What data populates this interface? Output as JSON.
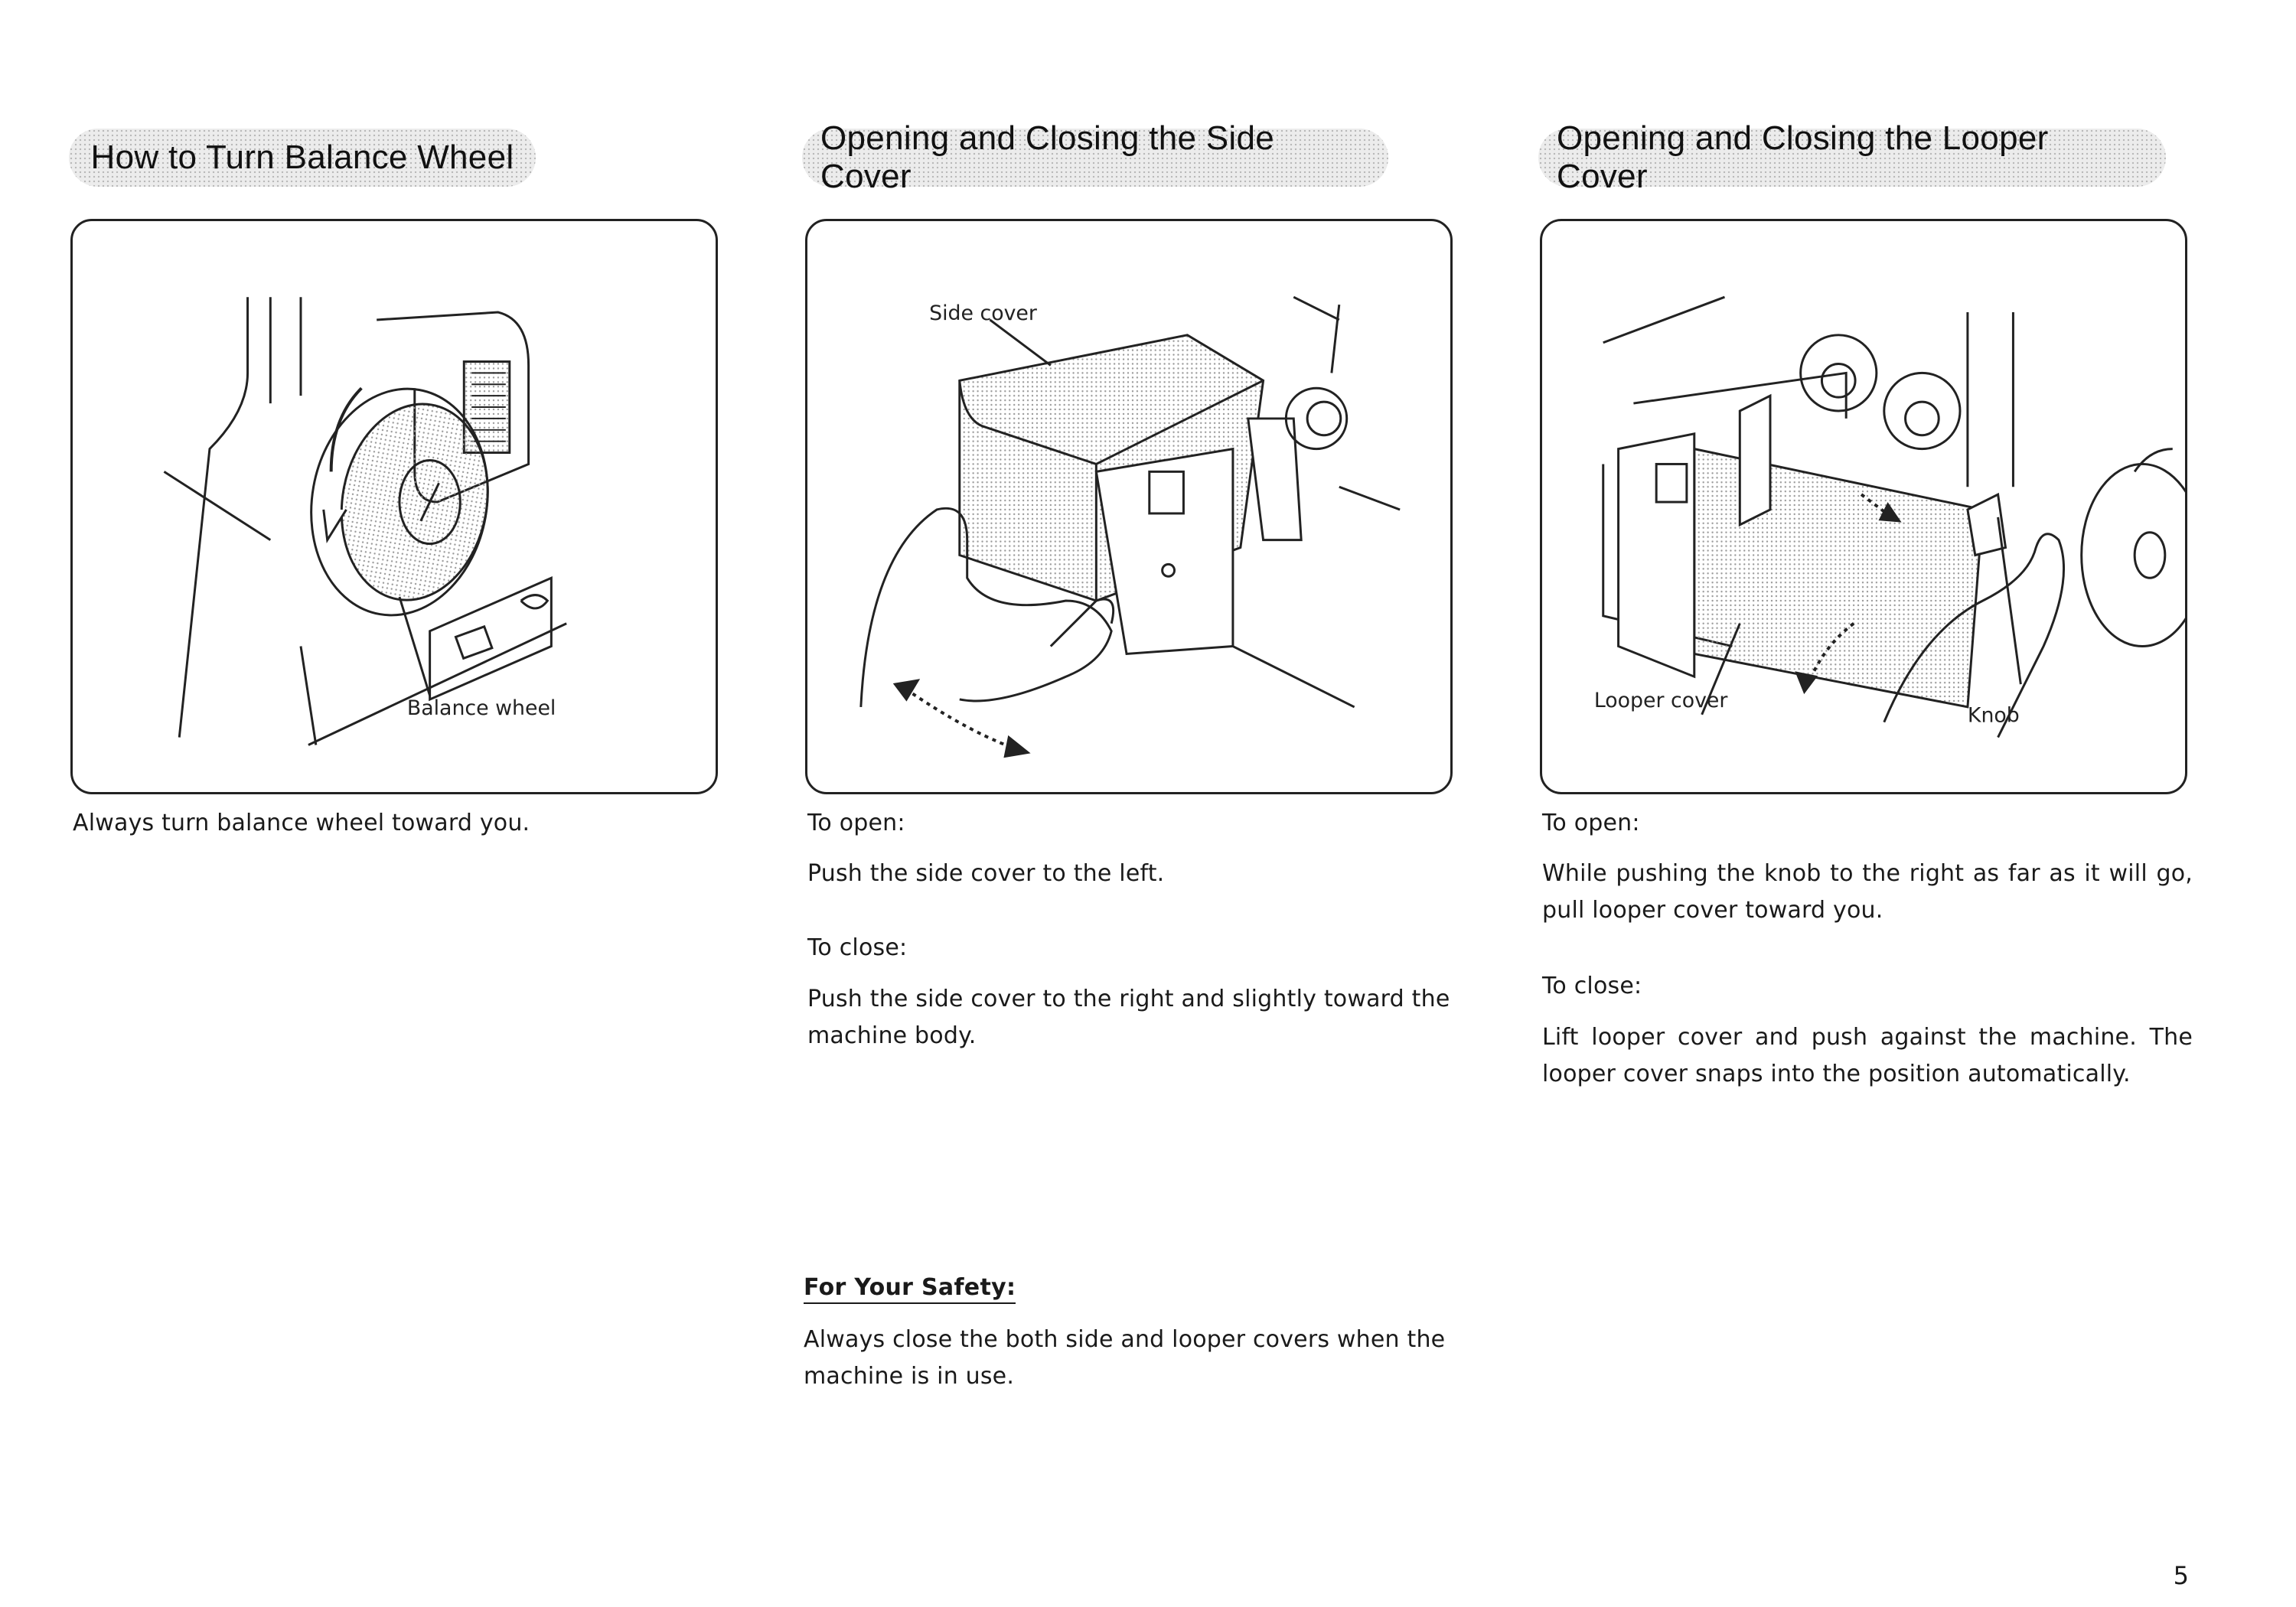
{
  "sections": [
    {
      "heading": "How to Turn Balance Wheel",
      "figure": {
        "labels": [
          "Balance wheel"
        ]
      },
      "paragraphs": [
        "Always turn balance wheel toward you."
      ]
    },
    {
      "heading": "Opening and Closing the Side Cover",
      "figure": {
        "labels": [
          "Side cover"
        ]
      },
      "open_label": "To open:",
      "open_text": "Push the side cover to the left.",
      "close_label": "To close:",
      "close_text": "Push the side cover to the right and slightly toward the machine body."
    },
    {
      "heading": "Opening and Closing the Looper Cover",
      "figure": {
        "labels": [
          "Looper cover",
          "Knob"
        ]
      },
      "open_label": "To open:",
      "open_text": "While pushing the knob to the right as far as it will go, pull looper cover toward you.",
      "close_label": "To close:",
      "close_text": "Lift looper cover and push against the machine. The looper cover snaps into the position automatically."
    }
  ],
  "safety": {
    "title": "For Your Safety:",
    "text": "Always close the both side and looper covers when the machine is in use."
  },
  "page_number": "5"
}
